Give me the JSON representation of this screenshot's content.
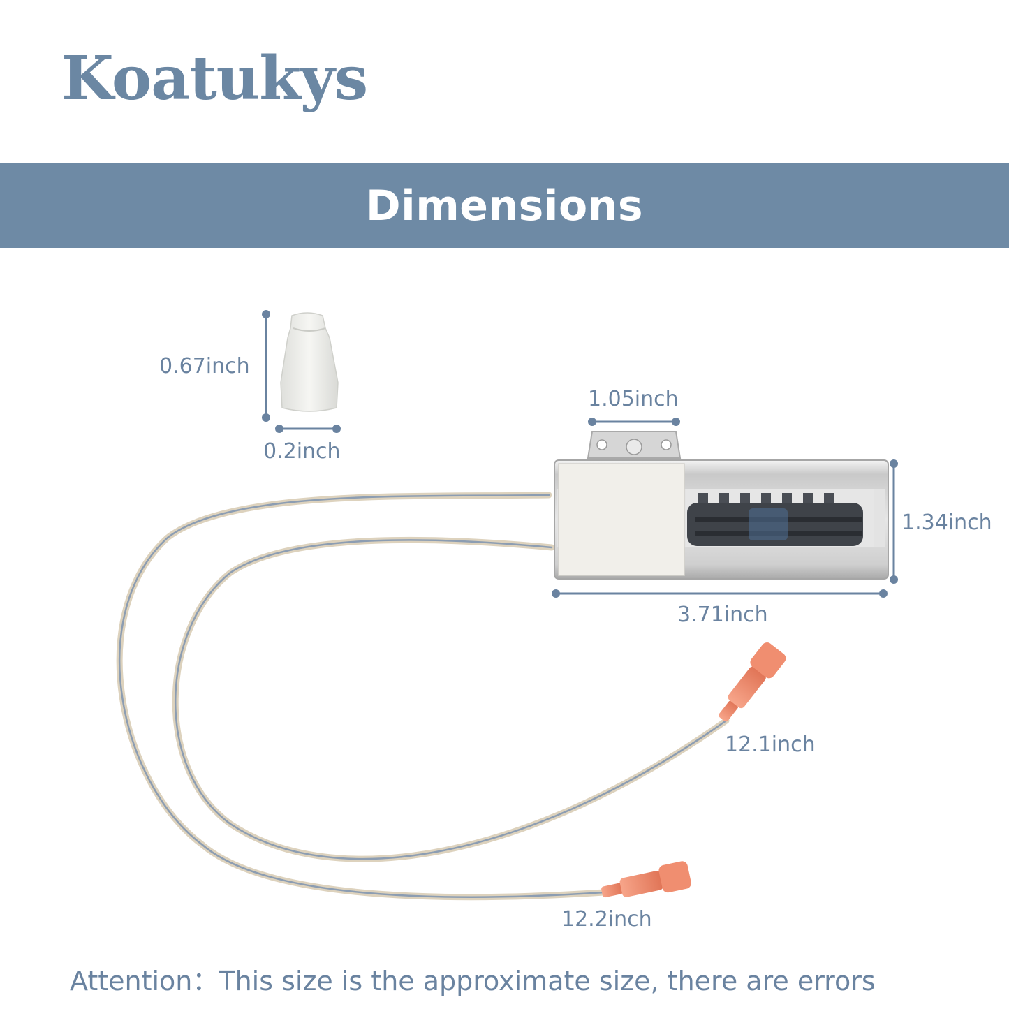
{
  "brand": "Koatukys",
  "banner": {
    "title": "Dimensions"
  },
  "dimensions": {
    "cap_height": "0.67inch",
    "cap_width": "0.2inch",
    "bracket_width": "1.05inch",
    "body_height": "1.34inch",
    "body_length": "3.71inch",
    "wire_short": "12.1inch",
    "wire_long": "12.2inch"
  },
  "attention": "Attention：This size is the approximate size, there are errors",
  "colors": {
    "accent": "#6e8aa5",
    "text": "#6a83a0",
    "terminal": "#ef8a6c"
  }
}
